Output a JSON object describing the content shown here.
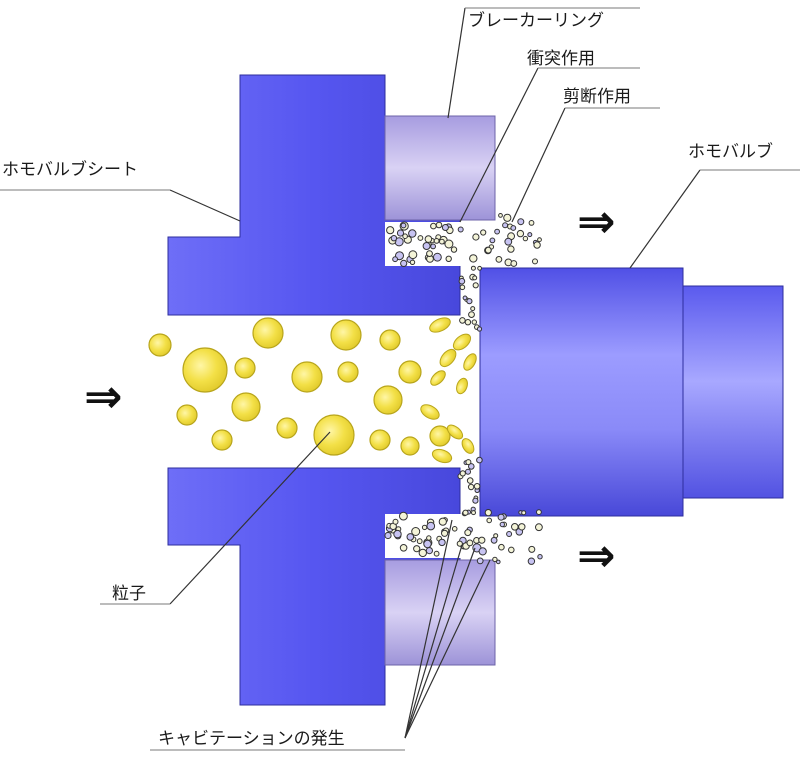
{
  "labels": {
    "breaker_ring": "ブレーカーリング",
    "impact_action": "衝突作用",
    "shear_action": "剪断作用",
    "homo_valve_seat": "ホモバルブシート",
    "homo_valve": "ホモバルブ",
    "particle": "粒子",
    "cavitation": "キャビテーションの発生"
  },
  "flow_arrows": {
    "inlet": "⇒",
    "outlet_top": "⇒",
    "outlet_bottom": "⇒"
  },
  "colors": {
    "seat_blue": "#5a5af2",
    "ring_lavender": "#b7aee6",
    "particle_yellow": "#f3e047",
    "particle_edge": "#b8a51c"
  }
}
